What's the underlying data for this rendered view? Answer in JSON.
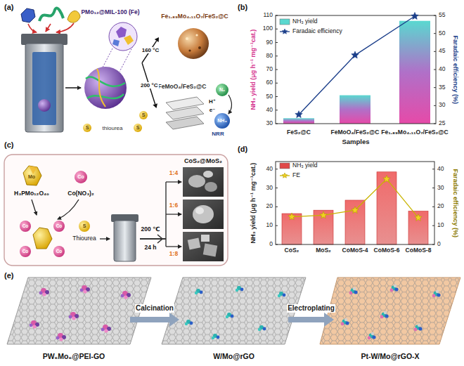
{
  "diagram": {
    "nodes": [
      {
        "text": [
          "PMo₁₂@MIL-100 (Fe)"
        ]
      },
      {
        "text": [
          "Fe₁.₈₉Mo₄.₁₁O₇/FeS₂@C"
        ]
      },
      {
        "text": [
          "FeMoO₄/FeS₂@C"
        ]
      },
      {
        "text": [
          "PW₆Mo₆@PEI-GO"
        ]
      },
      {
        "text": [
          "W/Mo@rGO"
        ]
      },
      {
        "text": [
          "Pt-W/Mo@rGO-X"
        ]
      }
    ],
    "edges": [
      {
        "from": 0,
        "to": 1,
        "label": "160 °C",
        "arrow": "to"
      },
      {
        "from": 0,
        "to": 2,
        "label": "200 °C",
        "arrow": "to"
      },
      {
        "from": 3,
        "to": 4,
        "label": "Calcination",
        "arrow": "to"
      },
      {
        "from": 4,
        "to": 5,
        "label": "Electroplating",
        "arrow": "to"
      }
    ],
    "labels": [
      "(a)",
      "S",
      "S",
      "S",
      "thiourea",
      "N₂",
      "H⁺",
      "e⁻",
      "NH₃",
      "NRR",
      "(b)",
      "30",
      "40",
      "50",
      "60",
      "70",
      "80",
      "90",
      "100",
      "110",
      "25",
      "30",
      "35",
      "40",
      "45",
      "50",
      "55",
      "FeS₂@C",
      "FeMoO₄/FeS₂@C",
      "Fe₁.₈₉Mo₄.₁₁O₇/FeS₂@C",
      "Samples",
      "NH₃ yield (μg h⁻¹ mg⁻¹cat.)",
      "Faradaic efficiency (%)",
      "(c)",
      "Mo",
      "H₃PMo₁₂O₄₀",
      "Co",
      "Co(NO₃)₂",
      "Co",
      "Co",
      "Co",
      "Co",
      "S",
      "Thiourea",
      "200 ℃",
      "24 h",
      "CoS₂@MoS₂",
      "1:4",
      "1:6",
      "1:8",
      "(d)",
      "0",
      "10",
      "20",
      "30",
      "40",
      "0",
      "10",
      "20",
      "30",
      "40",
      "CoS₂",
      "MoS₂",
      "CoMoS-4",
      "CoMoS-6",
      "CoMoS-8",
      "NH₃ yield (μg h⁻¹ mg⁻¹cat.)",
      "Faradaic efficiency (%)",
      "(e)"
    ],
    "legend": [
      {
        "text": "NH₃ yield",
        "color": "#5ad8d0"
      },
      {
        "text": "Faradaic efficiency"
      },
      {
        "text": "NH₃ yield",
        "color": "#e04848"
      },
      {
        "text": "FE"
      }
    ]
  }
}
